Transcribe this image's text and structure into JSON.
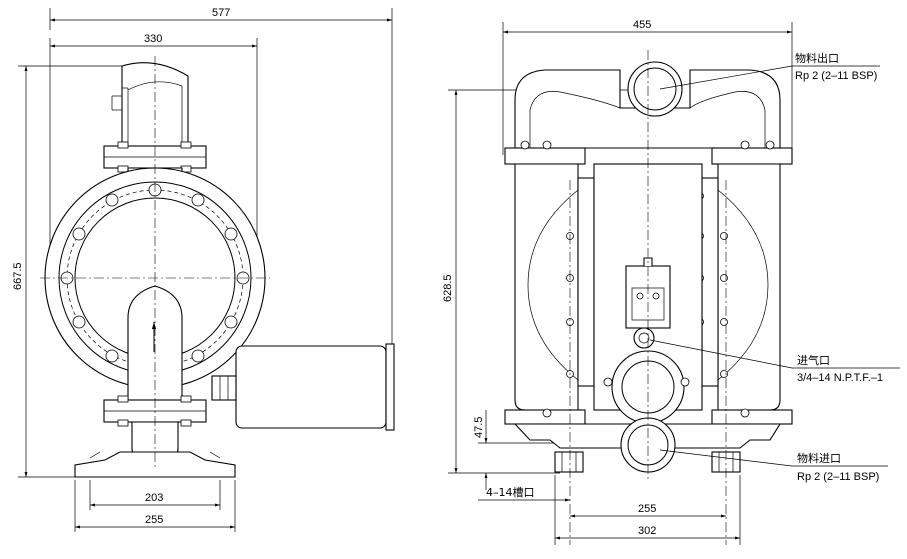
{
  "left_view": {
    "dim_total_width": "577",
    "dim_inner_width": "330",
    "dim_height": "667.5",
    "dim_base_inner": "203",
    "dim_base_outer": "255"
  },
  "right_view": {
    "dim_width": "455",
    "dim_height": "628.5",
    "dim_inlet_height": "47.5",
    "dim_bolt_spacing": "255",
    "dim_base_width": "302",
    "outlet_label": "物料出口",
    "outlet_spec": "Rp 2 (2–11 BSP)",
    "air_inlet_label": "进气口",
    "air_inlet_spec": "3/4–14 N.P.T.F.–1",
    "inlet_label": "物料进口",
    "inlet_spec": "Rp 2 (2–11 BSP)",
    "slot_label": "4–14槽口"
  }
}
